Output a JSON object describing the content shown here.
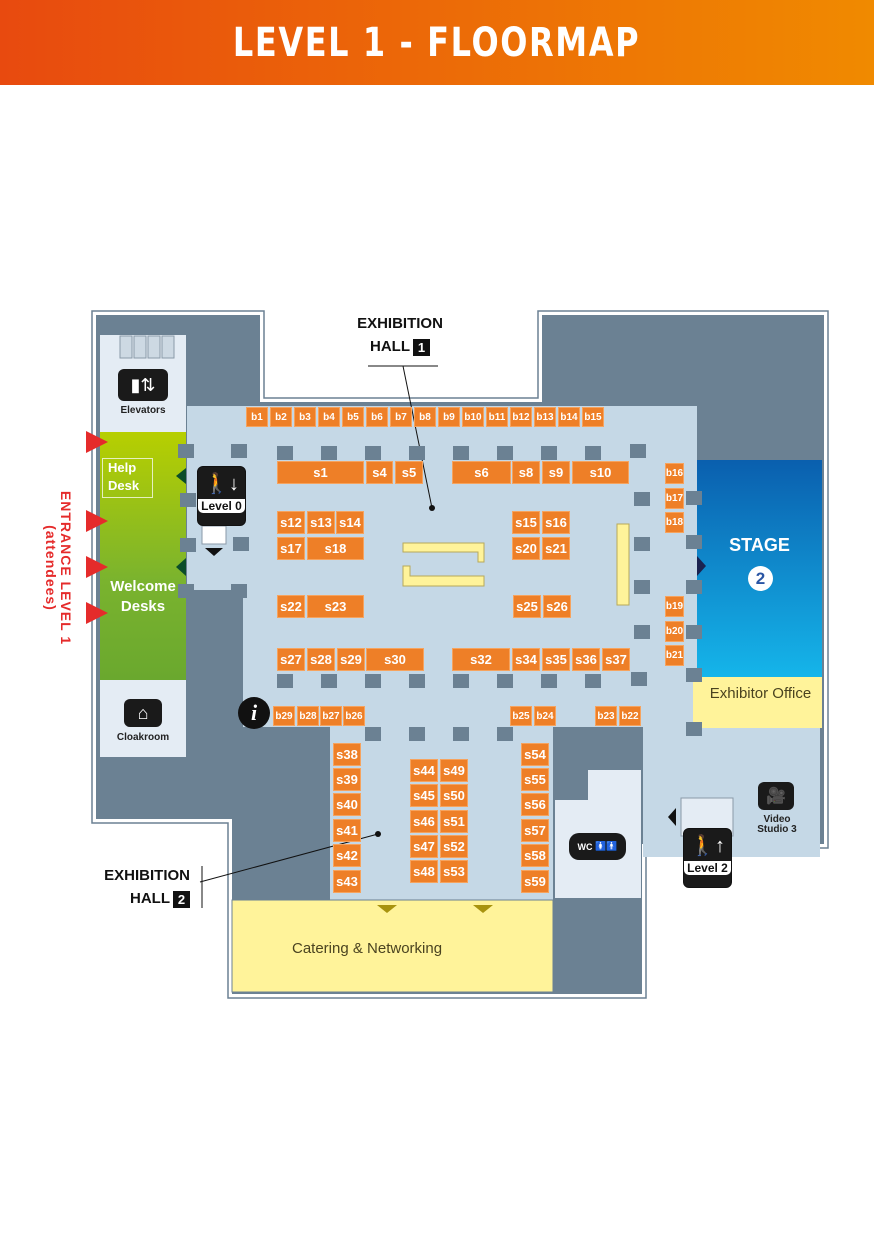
{
  "header": {
    "title": "LEVEL 1 - FLOORMAP"
  },
  "halls": [
    {
      "label": "EXHIBITION HALL",
      "number": "1"
    },
    {
      "label": "EXHIBITION HALL",
      "number": "2"
    }
  ],
  "entrance": {
    "line1": "ENTRANCE LEVEL 1",
    "line2": "(attendees)"
  },
  "areas": {
    "elevators": "Elevators",
    "help_desk": "Help Desk",
    "welcome": "Welcome Desks",
    "cloakroom": "Cloakroom",
    "stage": "STAGE",
    "stage_number": "2",
    "exhibitor_office": "Exhibitor Office",
    "video_studio": "Video Studio 3",
    "catering": "Catering & Networking",
    "wc": "WC",
    "level0": "Level 0",
    "level2": "Level 2",
    "info": "i"
  },
  "booths_s": [
    "s1",
    "s4",
    "s5",
    "s6",
    "s8",
    "s9",
    "s10",
    "s12",
    "s13",
    "s14",
    "s15",
    "s16",
    "s17",
    "s18",
    "s20",
    "s21",
    "s22",
    "s23",
    "s25",
    "s26",
    "s27",
    "s28",
    "s29",
    "s30",
    "s32",
    "s34",
    "s35",
    "s36",
    "s37",
    "s38",
    "s39",
    "s40",
    "s41",
    "s42",
    "s43",
    "s44",
    "s45",
    "s46",
    "s47",
    "s48",
    "s49",
    "s50",
    "s51",
    "s52",
    "s53",
    "s54",
    "s55",
    "s56",
    "s57",
    "s58",
    "s59"
  ],
  "booths_b": [
    "b1",
    "b2",
    "b3",
    "b4",
    "b5",
    "b6",
    "b7",
    "b8",
    "b9",
    "b10",
    "b11",
    "b12",
    "b13",
    "b14",
    "b15",
    "b16",
    "b17",
    "b18",
    "b19",
    "b20",
    "b21",
    "b22",
    "b23",
    "b24",
    "b25",
    "b26",
    "b27",
    "b28",
    "b29"
  ],
  "colors": {
    "booth": "#ee7f27",
    "hall": "#c5d8e6",
    "wall": "#6b8193",
    "yellow": "#fff39a",
    "green": "#7ab32e",
    "stage": "#0a73c0",
    "entrance": "#e52b2b"
  }
}
